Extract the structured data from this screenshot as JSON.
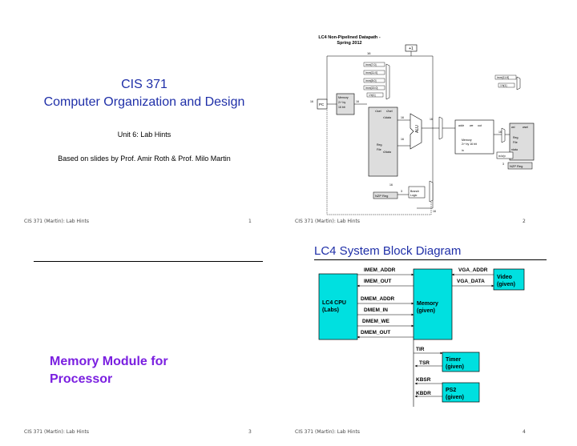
{
  "slide1": {
    "title_line1": "CIS 371",
    "title_line2": "Computer Organization and Design",
    "subtitle": "Unit 6: Lab Hints",
    "credit": "Based on slides by Prof. Amir Roth & Prof. Milo Martin",
    "footer": "CIS 371 (Martin): Lab Hints",
    "page": "1"
  },
  "slide2": {
    "title_line1": "LC4 Non-Pipelined Datapath -",
    "title_line2": "Spring 2012",
    "footer": "CIS 371 (Martin): Lab Hints",
    "page": "2",
    "diagram": {
      "plus1": "+1",
      "w16": "16",
      "imm_labels": [
        "imm[7:0]",
        "imm[11:0]",
        "imm[8:0]",
        "imm[15:0]",
        "1'b[1]"
      ],
      "right_imm": [
        "imm[11:8]",
        "1'b[1]"
      ],
      "pc": "PC",
      "imem": "Memory",
      "imem_size": "2¹⁶ by",
      "imem_width": "16 bit",
      "rfile_ports": [
        "r1sel",
        "r2sel"
      ],
      "r1data": "r1data",
      "r2data": "r2data",
      "regfile": "Reg.",
      "regfile2": "File",
      "alu": "ALU",
      "wd": "wd",
      "wsel": "wsel",
      "we": "we",
      "rdata": "rdata",
      "dmem_ports": [
        "addr",
        "we",
        "out"
      ],
      "dmem": "Memory",
      "dmem_size": "2¹⁶ by 16 bit",
      "dmem_in": "in",
      "nzp": "n/z/p",
      "nzp_reg": "NZP Reg",
      "nzp_reg2": "NZP Reg",
      "branch": "Branch",
      "logic": "Logic",
      "w3": "3"
    }
  },
  "slide3": {
    "title_line1": "Memory Module for",
    "title_line2": "Processor",
    "footer": "CIS 371 (Martin): Lab Hints",
    "page": "3"
  },
  "slide4": {
    "title": "LC4 System Block Diagram",
    "footer": "CIS 371 (Martin): Lab Hints",
    "page": "4",
    "cpu_line1": "LC4 CPU",
    "cpu_line2": "(Labs)",
    "memory_line1": "Memory",
    "memory_line2": "(given)",
    "video_line1": "Video",
    "video_line2": "(given)",
    "timer_line1": "Timer",
    "timer_line2": "(given)",
    "ps2_line1": "PS2",
    "ps2_line2": "(given)",
    "signals_left": [
      "IMEM_ADDR",
      "IMEM_OUT",
      "DMEM_ADDR",
      "DMEM_IN",
      "DMEM_WE",
      "DMEM_OUT"
    ],
    "signals_right": [
      "VGA_ADDR",
      "VGA_DATA"
    ],
    "signals_bottom": [
      "TIR",
      "TSR",
      "KBSR",
      "KBDR"
    ],
    "colors": {
      "block": "#00e0e0",
      "ps2": "#00e0e0"
    }
  }
}
